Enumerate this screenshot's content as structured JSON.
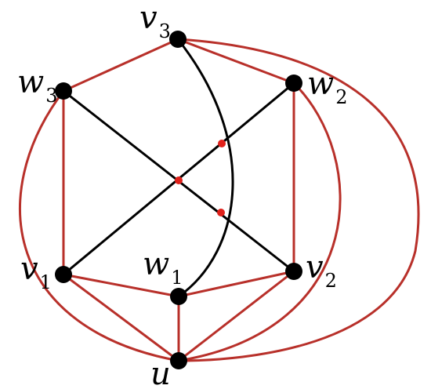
{
  "vertices": [
    {
      "id": "v3",
      "letter": "v",
      "sub": "3"
    },
    {
      "id": "w3",
      "letter": "w",
      "sub": "3"
    },
    {
      "id": "w2",
      "letter": "w",
      "sub": "2"
    },
    {
      "id": "v1",
      "letter": "v",
      "sub": "1"
    },
    {
      "id": "w1",
      "letter": "w",
      "sub": "1"
    },
    {
      "id": "v2",
      "letter": "v",
      "sub": "2"
    },
    {
      "id": "u",
      "letter": "u",
      "sub": ""
    }
  ],
  "edges": [
    {
      "from": "v3",
      "to": "w3",
      "color": "red"
    },
    {
      "from": "v3",
      "to": "w2",
      "color": "red"
    },
    {
      "from": "w3",
      "to": "v1",
      "color": "red"
    },
    {
      "from": "w2",
      "to": "v2",
      "color": "red"
    },
    {
      "from": "v1",
      "to": "w1",
      "color": "red"
    },
    {
      "from": "w1",
      "to": "v2",
      "color": "red"
    },
    {
      "from": "v1",
      "to": "u",
      "color": "red"
    },
    {
      "from": "w1",
      "to": "u",
      "color": "red"
    },
    {
      "from": "v2",
      "to": "u",
      "color": "red"
    },
    {
      "from": "w3",
      "to": "u",
      "color": "red",
      "curved": true
    },
    {
      "from": "w2",
      "to": "u",
      "color": "red",
      "curved": true
    },
    {
      "from": "v3",
      "to": "u",
      "color": "red",
      "curved": true
    },
    {
      "from": "w3",
      "to": "v2",
      "color": "black"
    },
    {
      "from": "w2",
      "to": "v1",
      "color": "black"
    },
    {
      "from": "v3",
      "to": "w1",
      "color": "black",
      "curved": true
    }
  ],
  "crossings": 3,
  "colors": {
    "red_edge": "#b8302a",
    "black_edge": "#000000",
    "crossing_dot": "#e0201a",
    "vertex": "#000000"
  }
}
